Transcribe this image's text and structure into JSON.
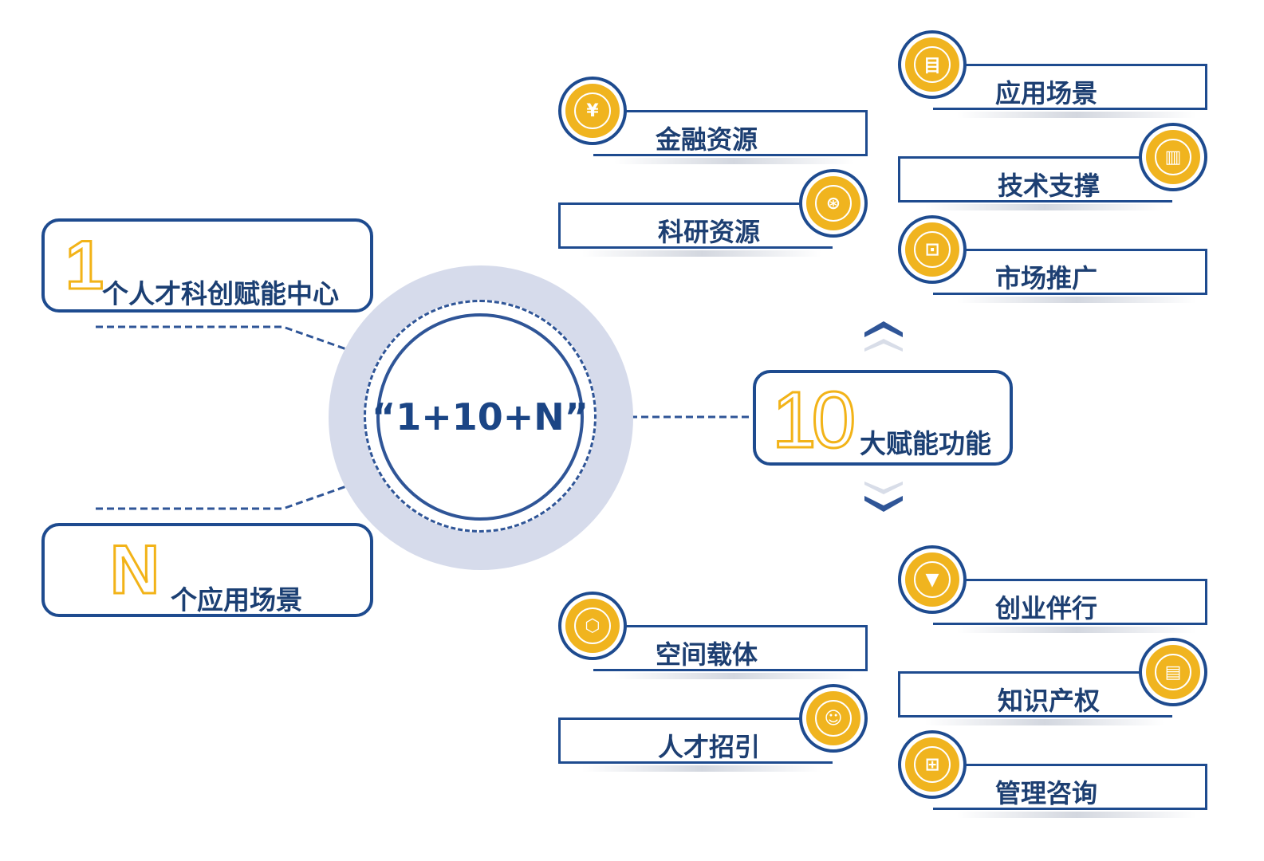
{
  "center": {
    "label": "“1+10+N”"
  },
  "left": {
    "top": {
      "number": "1",
      "text": "个人才科创赋能中心"
    },
    "bottom": {
      "number": "N",
      "text": "个应用场景"
    }
  },
  "right_center": {
    "number": "10",
    "text": "大赋能功能"
  },
  "functions": [
    {
      "label": "应用场景",
      "icon": "document-icon",
      "icon_glyph": "目"
    },
    {
      "label": "金融资源",
      "icon": "yen-coin-icon",
      "icon_glyph": "¥"
    },
    {
      "label": "技术支撑",
      "icon": "bar-chart-icon",
      "icon_glyph": "▥"
    },
    {
      "label": "科研资源",
      "icon": "atom-icon",
      "icon_glyph": "⊛"
    },
    {
      "label": "市场推广",
      "icon": "hand-box-icon",
      "icon_glyph": "⊡"
    },
    {
      "label": "创业伴行",
      "icon": "tie-icon",
      "icon_glyph": "▼"
    },
    {
      "label": "空间载体",
      "icon": "cube-icon",
      "icon_glyph": "⬡"
    },
    {
      "label": "知识产权",
      "icon": "certificate-icon",
      "icon_glyph": "▤"
    },
    {
      "label": "人才招引",
      "icon": "people-icon",
      "icon_glyph": "☺"
    },
    {
      "label": "管理咨询",
      "icon": "grid-apps-icon",
      "icon_glyph": "⊞"
    }
  ],
  "colors": {
    "navy": "#1e4b8f",
    "gold": "#f0b41f",
    "halo": "#d6dbeb"
  }
}
